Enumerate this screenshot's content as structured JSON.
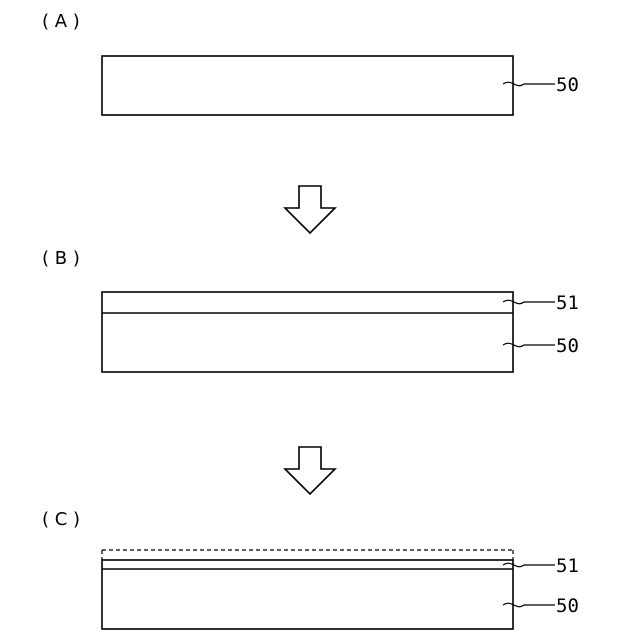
{
  "panels": {
    "a": {
      "label": "( A )",
      "refs": {
        "substrate": "50"
      }
    },
    "b": {
      "label": "( B )",
      "refs": {
        "layer": "51",
        "substrate": "50"
      }
    },
    "c": {
      "label": "( C )",
      "refs": {
        "layer": "51",
        "substrate": "50"
      }
    }
  },
  "colors": {
    "line": "#000000",
    "background": "#ffffff"
  },
  "icons": [
    "down-arrow-icon",
    "down-arrow-icon"
  ]
}
